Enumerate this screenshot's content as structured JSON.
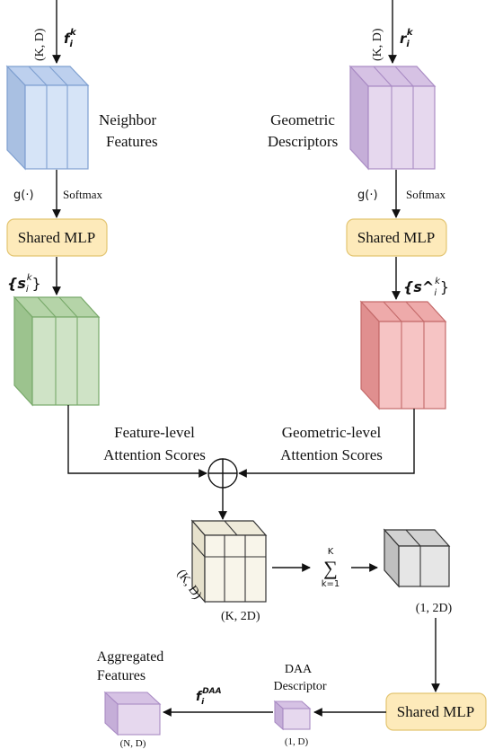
{
  "left_branch": {
    "input_dims": "(K, D)",
    "input_symbol": "f",
    "input_sub": "i",
    "input_sup": "k",
    "block_line1": "Neighbor",
    "block_line2": "Features",
    "func_label": "g(·)",
    "softmax_label": "Softmax",
    "mlp_label": "Shared MLP",
    "score_symbol": "{s",
    "score_sub": "i",
    "score_sup": "k",
    "score_close": "}",
    "score_line1": "Feature-level",
    "score_line2": "Attention Scores"
  },
  "right_branch": {
    "input_dims": "(K, D)",
    "input_symbol": "r",
    "input_sub": "i",
    "input_sup": "k",
    "block_line1": "Geometric",
    "block_line2": "Descriptors",
    "func_label": "g(·)",
    "softmax_label": "Softmax",
    "mlp_label": "Shared MLP",
    "score_symbol": "{s^",
    "score_sub": "i",
    "score_sup": "k",
    "score_close": "}",
    "score_line1": "Geometric-level",
    "score_line2": "Attention Scores"
  },
  "merge": {
    "concat_dims_a": "(K, D)",
    "concat_dims_b": "(K, 2D)",
    "sum_symbol": "∑",
    "sum_upper": "K",
    "sum_lower": "k=1",
    "reduced_dims": "(1, 2D)"
  },
  "output": {
    "mlp_label": "Shared MLP",
    "desc_line1": "DAA",
    "desc_line2": "Descriptor",
    "desc_dims": "(1, D)",
    "arrow_symbol": "f",
    "arrow_sub": "i",
    "arrow_sup": "DAA",
    "agg_line1": "Aggregated",
    "agg_line2": "Features",
    "agg_dims": "(N, D)"
  },
  "colors": {
    "blue_face": "#d6e4f7",
    "blue_side": "#a9c0e2",
    "blue_top": "#bdd0ee",
    "blue_stroke": "#7e9fd0",
    "purple_face": "#e6d8ee",
    "purple_side": "#c5aed8",
    "purple_top": "#d6c2e4",
    "purple_stroke": "#a98bc4",
    "green_face": "#cfe3c6",
    "green_side": "#9cc38e",
    "green_top": "#b5d4a8",
    "green_stroke": "#78a96a",
    "red_face": "#f6c4c4",
    "red_side": "#e08f8f",
    "red_top": "#eeaaaa",
    "red_stroke": "#c46a6a",
    "cream_face": "#f8f5ea",
    "cream_side": "#e6e1cc",
    "cream_top": "#efebda",
    "gray_face": "#e6e6e6",
    "gray_side": "#bfbfbf",
    "gray_top": "#d2d2d2",
    "mlp_fill": "#fdeaba",
    "mlp_stroke": "#e3c572"
  }
}
